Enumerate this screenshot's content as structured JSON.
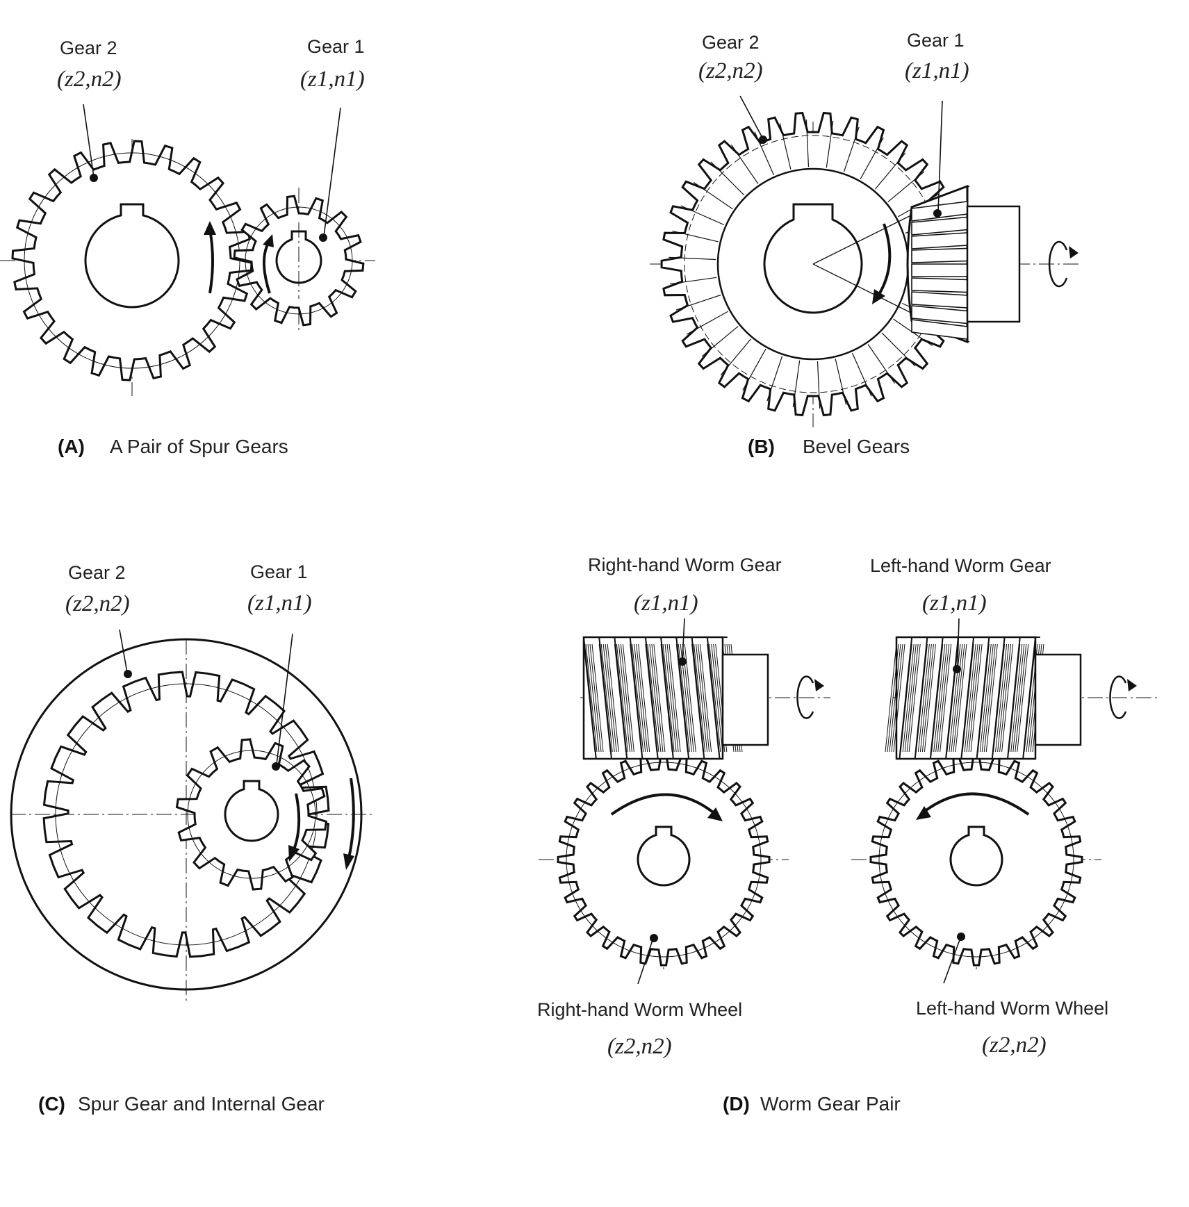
{
  "panels": {
    "a": {
      "caption_tag": "(A)",
      "caption": "A Pair of Spur Gears",
      "gear2_label": "Gear 2",
      "gear2_symbol": "(z2,n2)",
      "gear1_label": "Gear 1",
      "gear1_symbol": "(z1,n1)"
    },
    "b": {
      "caption_tag": "(B)",
      "caption": "Bevel Gears",
      "gear2_label": "Gear 2",
      "gear2_symbol": "(z2,n2)",
      "gear1_label": "Gear 1",
      "gear1_symbol": "(z1,n1)"
    },
    "c": {
      "caption_tag": "(C)",
      "caption": "Spur Gear and Internal Gear",
      "gear2_label": "Gear 2",
      "gear2_symbol": "(z2,n2)",
      "gear1_label": "Gear 1",
      "gear1_symbol": "(z1,n1)"
    },
    "d": {
      "caption_tag": "(D)",
      "caption": "Worm Gear Pair",
      "right_worm_label": "Right-hand Worm Gear",
      "right_worm_symbol": "(z1,n1)",
      "left_worm_label": "Left-hand Worm Gear",
      "left_worm_symbol": "(z1,n1)",
      "right_wheel_label": "Right-hand Worm Wheel",
      "right_wheel_symbol": "(z2,n2)",
      "left_wheel_label": "Left-hand Worm Wheel",
      "left_wheel_symbol": "(z2,n2)"
    }
  }
}
